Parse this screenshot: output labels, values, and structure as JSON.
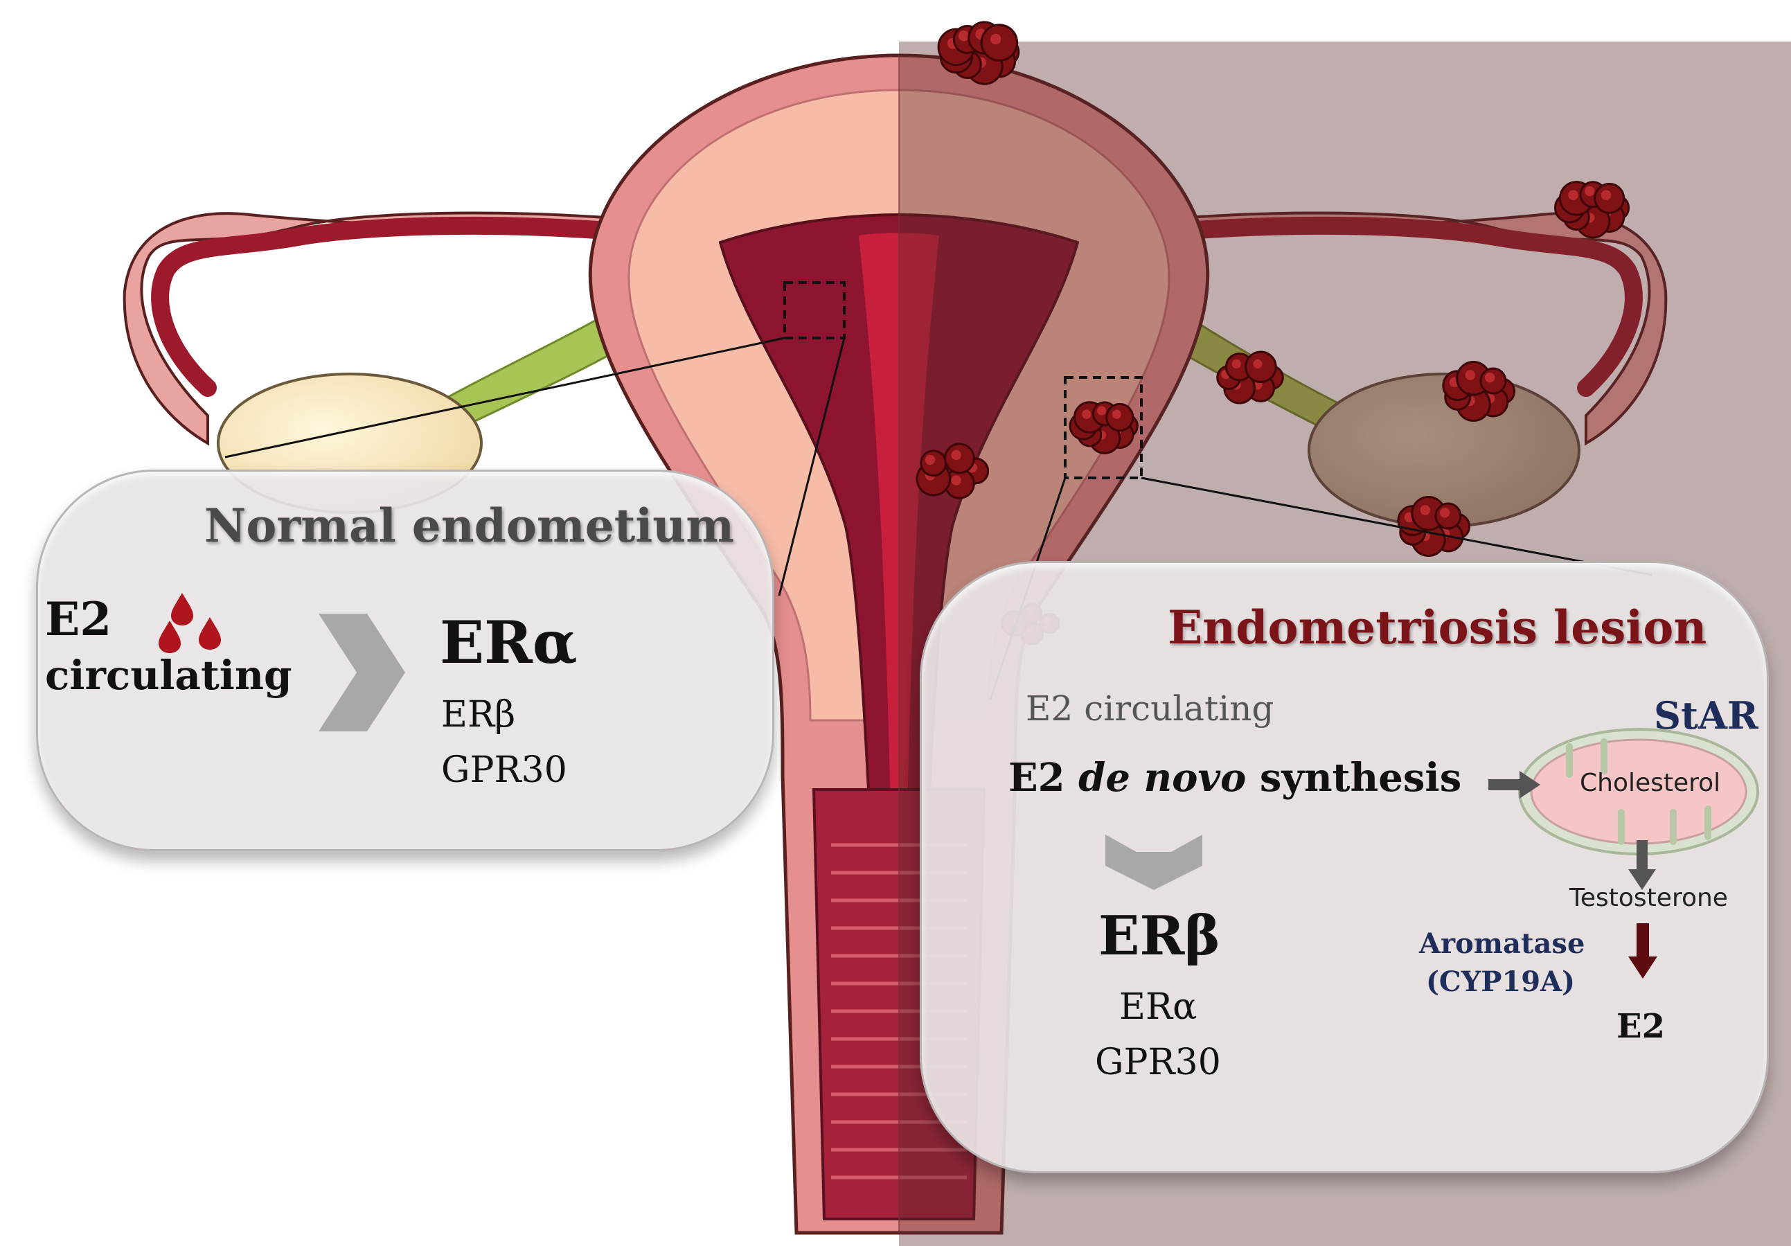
{
  "normal_panel": {
    "title": "Normal endometium",
    "e2": "E2",
    "circulating": "circulating",
    "primary_receptor": "ERα",
    "secondary_receptors": [
      "ERβ",
      "GPR30"
    ]
  },
  "lesion_panel": {
    "title": "Endometriosis lesion",
    "e2_circulating": "E2 circulating",
    "synthesis_prefix": "E2 ",
    "synthesis_italic": "de novo",
    "synthesis_suffix": " synthesis",
    "primary_receptor": "ERβ",
    "secondary_receptors": [
      "ERα",
      "GPR30"
    ],
    "pathway": {
      "star": "StAR",
      "cholesterol": "Cholesterol",
      "testosterone": "Testosterone",
      "aromatase": "Aromatase",
      "aromatase_gene": "(CYP19A)",
      "product": "E2"
    }
  },
  "colors": {
    "normal_tissue": "#f5b9a6",
    "uterus_wall": "#e38a8c",
    "endometrium": "#8e1530",
    "lesion_tissue": "#7e1214",
    "lesion_side_overlay": "#6b3a3a",
    "ovary_normal": "#fbe9c8",
    "ligament": "#9cc04b",
    "title_lesion": "#7a1418",
    "enzyme_text": "#1f2d5a",
    "chevron": "#a8a8a8"
  }
}
